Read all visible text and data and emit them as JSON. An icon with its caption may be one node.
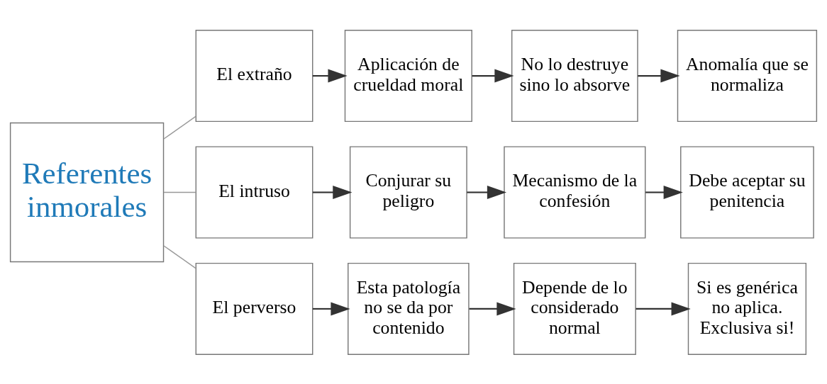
{
  "diagram": {
    "nodes": [
      {
        "text": [
          "Referentes inmorales"
        ]
      },
      {
        "text": [
          "El extraño"
        ]
      },
      {
        "text": [
          "Aplicación de crueldad moral"
        ]
      },
      {
        "text": [
          "No lo destruye sino lo absorve"
        ]
      },
      {
        "text": [
          "Anomalía que se normaliza"
        ]
      },
      {
        "text": [
          "El intruso"
        ]
      },
      {
        "text": [
          "Conjurar su peligro"
        ]
      },
      {
        "text": [
          "Mecanismo de la confesión"
        ]
      },
      {
        "text": [
          "Debe aceptar su penitencia"
        ]
      },
      {
        "text": [
          "El perverso"
        ]
      },
      {
        "text": [
          "Esta patología no se da por contenido"
        ]
      },
      {
        "text": [
          "Depende de lo considerado normal"
        ]
      },
      {
        "text": [
          "Si es genérica no aplica. Exclusiva si!"
        ]
      }
    ],
    "edges": [
      {
        "from": 0,
        "to": 1,
        "arrow": "none",
        "color": "#999999"
      },
      {
        "from": 0,
        "to": 5,
        "arrow": "none",
        "color": "#999999"
      },
      {
        "from": 0,
        "to": 9,
        "arrow": "none",
        "color": "#999999"
      },
      {
        "from": 1,
        "to": 2,
        "arrow": "to"
      },
      {
        "from": 2,
        "to": 3,
        "arrow": "to"
      },
      {
        "from": 3,
        "to": 4,
        "arrow": "to"
      },
      {
        "from": 5,
        "to": 6,
        "arrow": "to"
      },
      {
        "from": 6,
        "to": 7,
        "arrow": "to"
      },
      {
        "from": 7,
        "to": 8,
        "arrow": "to"
      },
      {
        "from": 9,
        "to": 10,
        "arrow": "to"
      },
      {
        "from": 10,
        "to": 11,
        "arrow": "to"
      },
      {
        "from": 11,
        "to": 12,
        "arrow": "to"
      }
    ]
  }
}
